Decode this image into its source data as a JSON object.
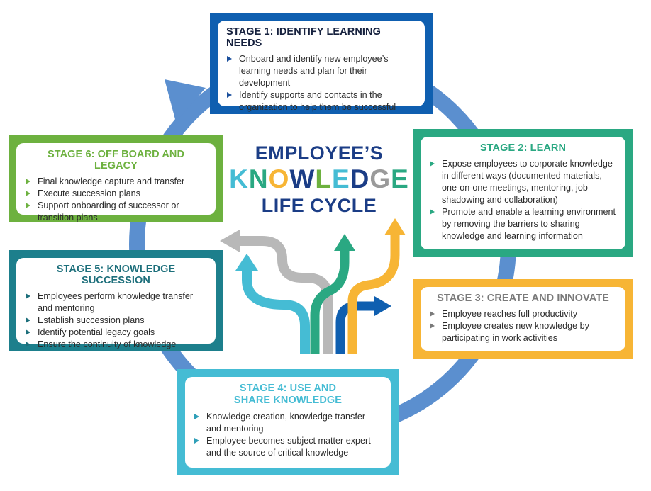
{
  "title": {
    "line1": "EMPLOYEE’S",
    "line2": "KNOWLEDGE",
    "line3": "LIFE CYCLE",
    "line2_letter_colors": [
      "#45bcd4",
      "#2aa882",
      "#f7b535",
      "#1b3d86",
      "#6db13f",
      "#45bcd4",
      "#1b3d86",
      "#9a9a9a",
      "#2aa882"
    ]
  },
  "stages": [
    {
      "id": "s1",
      "title": "STAGE 1: IDENTIFY LEARNING NEEDS",
      "color": "#0f5fb0",
      "bullets": [
        "Onboard and identify new employee’s learning needs and plan for their development",
        "Identify supports and contacts in the organization to help them be successful"
      ]
    },
    {
      "id": "s2",
      "title": "STAGE 2: LEARN",
      "color": "#2aa882",
      "bullets": [
        "Expose employees to corporate knowledge in different ways (documented materials, one-on-one meetings, mentoring, job shadowing and collaboration)",
        "Promote and enable a learning environment by removing the barriers to sharing knowledge and learning information"
      ]
    },
    {
      "id": "s3",
      "title": "STAGE 3: CREATE AND INNOVATE",
      "color": "#f7b535",
      "bullets": [
        "Employee reaches full productivity",
        "Employee creates new knowledge by participating in work activities"
      ]
    },
    {
      "id": "s4",
      "title_line1": "STAGE 4: USE AND",
      "title_line2": "SHARE KNOWLEDGE",
      "color": "#45bcd4",
      "bullets": [
        "Knowledge creation, knowledge transfer and mentoring",
        "Employee becomes subject matter expert and the source of critical knowledge"
      ]
    },
    {
      "id": "s5",
      "title": "STAGE 5: KNOWLEDGE SUCCESSION",
      "color": "#1d7f8c",
      "bullets": [
        "Employees perform knowledge transfer and mentoring",
        "Establish succession plans",
        "Identify potential legacy goals",
        "Ensure the continuity of knowledge"
      ]
    },
    {
      "id": "s6",
      "title": "STAGE 6: OFF BOARD AND LEGACY",
      "color": "#6db13f",
      "bullets": [
        "Final knowledge capture and transfer",
        "Execute succession plans",
        "Support onboarding of successor or transition plans"
      ]
    }
  ],
  "colors": {
    "cycle_ring": "#5b8fcf",
    "arrow_light_blue": "#45bcd4",
    "arrow_grey": "#b8b8b8",
    "arrow_green": "#2aa882",
    "arrow_dark_blue": "#0f5fb0",
    "arrow_orange": "#f7b535"
  }
}
